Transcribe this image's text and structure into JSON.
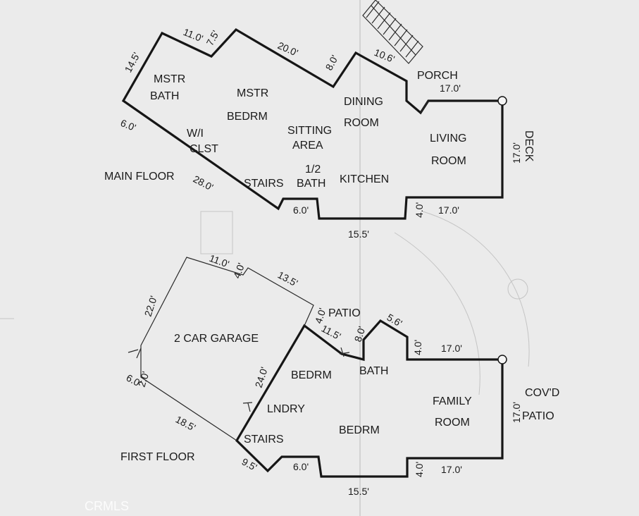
{
  "watermark": "CRMLS",
  "main_floor": {
    "title": "MAIN FLOOR",
    "rooms": {
      "mstr_bath_1": "MSTR",
      "mstr_bath_2": "BATH",
      "mstr_bedrm_1": "MSTR",
      "mstr_bedrm_2": "BEDRM",
      "wi_clst_1": "W/I",
      "wi_clst_2": "CLST",
      "sitting_1": "SITTING",
      "sitting_2": "AREA",
      "dining_1": "DINING",
      "dining_2": "ROOM",
      "porch": "PORCH",
      "living_1": "LIVING",
      "living_2": "ROOM",
      "deck": "DECK",
      "stairs": "STAIRS",
      "half_bath_1": "1/2",
      "half_bath_2": "BATH",
      "kitchen": "KITCHEN"
    },
    "dims": {
      "d_14_5": "14.5'",
      "d_11_0": "11.0'",
      "d_7_5": "7.5'",
      "d_20_0": "20.0'",
      "d_8_0": "8.0'",
      "d_10_6": "10.6'",
      "d_porch_17": "17.0'",
      "d_deck_17": "17.0'",
      "d_6_0_left": "6.0'",
      "d_28_0": "28.0'",
      "d_6_0_bottom": "6.0'",
      "d_15_5": "15.5'",
      "d_4_0": "4.0'",
      "d_bottom_17": "17.0'"
    }
  },
  "first_floor": {
    "title": "FIRST FLOOR",
    "rooms": {
      "garage": "2 CAR GARAGE",
      "patio": "PATIO",
      "bedrm_upper": "BEDRM",
      "bath": "BATH",
      "lndry": "LNDRY",
      "bedrm_lower": "BEDRM",
      "stairs": "STAIRS",
      "family_1": "FAMILY",
      "family_2": "ROOM",
      "covd_patio_1": "COV'D",
      "covd_patio_2": "PATIO"
    },
    "dims": {
      "d_11_0": "11.0'",
      "d_4_0_top": "4.0'",
      "d_13_5": "13.5'",
      "d_22_0": "22.0'",
      "d_4_0_patio": "4.0'",
      "d_11_5": "11.5'",
      "d_8_0": "8.0'",
      "d_5_6": "5.6'",
      "d_4_0_right": "4.0'",
      "d_17_top": "17.0'",
      "d_6_0_left": "6.0'",
      "d_2_0": "2.0'",
      "d_24_0": "24.0'",
      "d_18_5": "18.5'",
      "d_17_side": "17.0'",
      "d_9_5": "9.5'",
      "d_6_0_bottom": "6.0'",
      "d_4_0_bottom": "4.0'",
      "d_17_bottom": "17.0'",
      "d_15_5": "15.5'"
    }
  }
}
